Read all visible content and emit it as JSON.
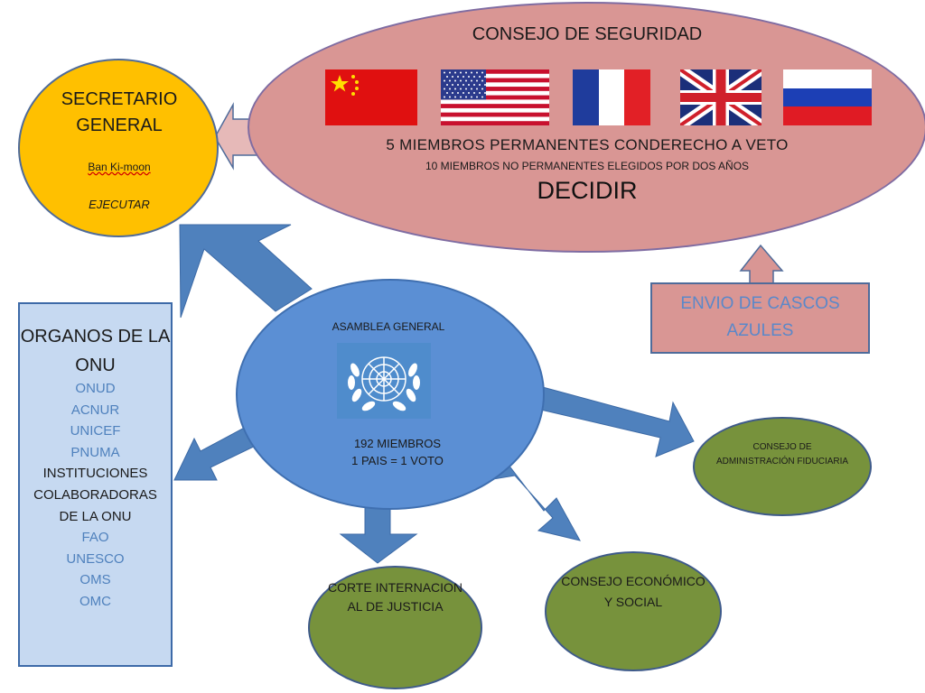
{
  "consejo": {
    "title": "CONSEJO DE SEGURIDAD",
    "flags": [
      "china-flag-icon",
      "usa-flag-icon",
      "france-flag-icon",
      "uk-flag-icon",
      "russia-flag-icon"
    ],
    "permanentes": "5 MIEMBROS PERMANENTES  CONDERECHO  A VETO",
    "no_permanentes": "10 MIEMBROS  NO  PERMANENTES   ELEGIDOS  POR DOS  AÑOS",
    "funcion": "DECIDIR"
  },
  "secretario": {
    "title": "SECRETARIO GENERAL",
    "nombre": "Ban Ki-moon",
    "funcion": "EJECUTAR"
  },
  "organos": {
    "title": "ORGANOS DE LA ONU",
    "items": [
      {
        "text": "ONUD",
        "style": "blue"
      },
      {
        "text": "ACNUR",
        "style": "blue"
      },
      {
        "text": "UNICEF",
        "style": "blue"
      },
      {
        "text": "PNUMA",
        "style": "blue"
      },
      {
        "text": "INSTITUCIONES",
        "style": "dark"
      },
      {
        "text": "COLABORADORAS",
        "style": "dark"
      },
      {
        "text": "DE LA ONU",
        "style": "dark"
      },
      {
        "text": "FAO",
        "style": "blue"
      },
      {
        "text": "UNESCO",
        "style": "blue"
      },
      {
        "text": "OMS",
        "style": "blue"
      },
      {
        "text": "OMC",
        "style": "blue"
      }
    ]
  },
  "asamblea": {
    "title": "ASAMBLEA GENERAL",
    "miembros": "192 MIEMBROS",
    "voto": "1 PAIS = 1 VOTO",
    "emblem": "un-emblem-icon"
  },
  "envio": {
    "text": "ENVIO DE CASCOS AZULES"
  },
  "fiduciaria": {
    "text": "CONSEJO DE ADMINISTRACIÓN FIDUCIARIA"
  },
  "corte": {
    "text": "CORTE INTERNACION AL DE JUSTICIA"
  },
  "ecosoc": {
    "text": "CONSEJO ECONÓMICO Y SOCIAL"
  },
  "colors": {
    "consejo": "#d99694",
    "secretario": "#ffc000",
    "asamblea": "#5b8fd4",
    "organos": "#c6d9f1",
    "green": "#77923c",
    "arrow": "#4f81bd"
  }
}
